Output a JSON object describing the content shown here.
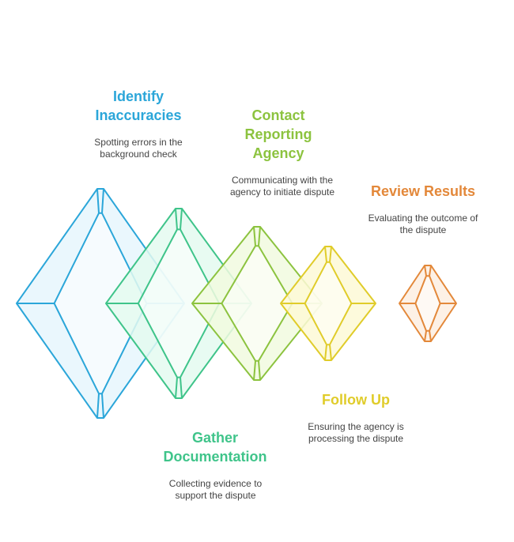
{
  "steps": [
    {
      "title": "Identify\nInaccuracies",
      "description": "Spotting errors in the\nbackground check",
      "color": "#2ba6d9",
      "fill": "#e6f6fd",
      "icon": "hexagonal-ring-icon"
    },
    {
      "title": "Gather\nDocumentation",
      "description": "Collecting evidence to\nsupport the dispute",
      "color": "#3fc48a",
      "fill": "#e4faf0",
      "icon": "hexagonal-ring-icon"
    },
    {
      "title": "Contact\nReporting\nAgency",
      "description": "Communicating with the\nagency to initiate dispute",
      "color": "#8cc33f",
      "fill": "#f1fadf",
      "icon": "hexagonal-ring-icon"
    },
    {
      "title": "Follow Up",
      "description": "Ensuring the agency is\nprocessing the dispute",
      "color": "#e0cc2a",
      "fill": "#fdf9d6",
      "icon": "hexagonal-ring-icon"
    },
    {
      "title": "Review Results",
      "description": "Evaluating the outcome of\nthe dispute",
      "color": "#e3883a",
      "fill": "#fdeee2",
      "icon": "hexagonal-ring-icon"
    }
  ]
}
